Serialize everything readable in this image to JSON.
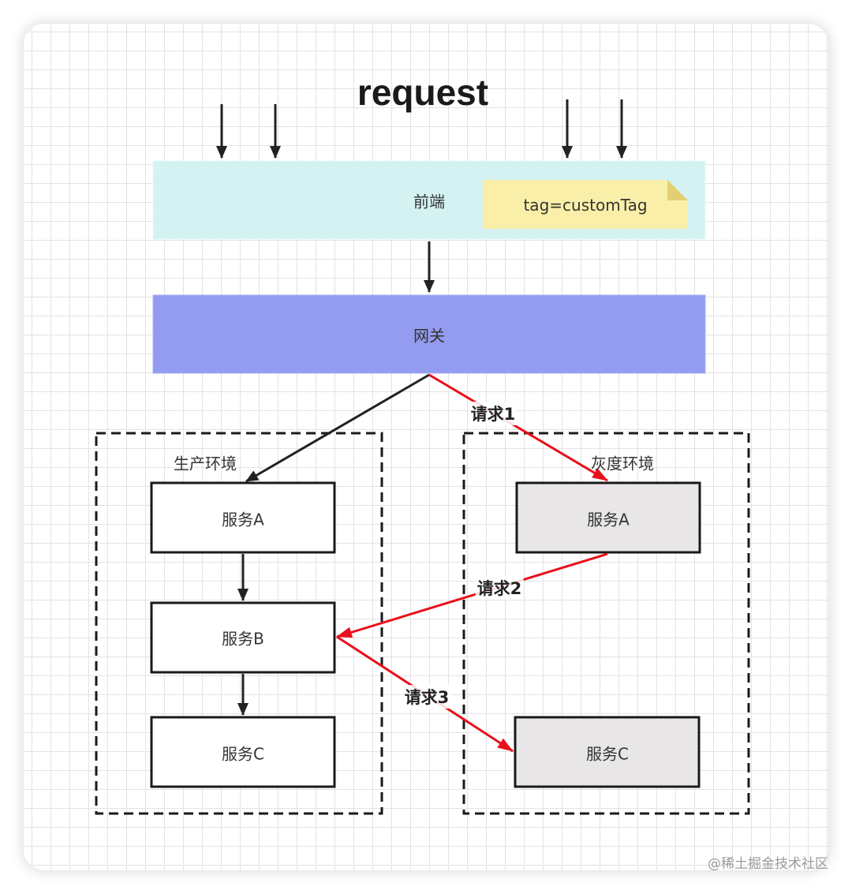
{
  "title": "request",
  "nodes": {
    "frontend": {
      "label": "前端"
    },
    "note": {
      "label": "tag=customTag"
    },
    "gateway": {
      "label": "网关"
    },
    "prod_a": {
      "label": "服务A"
    },
    "prod_b": {
      "label": "服务B"
    },
    "prod_c": {
      "label": "服务C"
    },
    "gray_a": {
      "label": "服务A"
    },
    "gray_c": {
      "label": "服务C"
    }
  },
  "groups": {
    "prod": {
      "label": "生产环境"
    },
    "gray": {
      "label": "灰度环境"
    }
  },
  "edges": {
    "req1": {
      "label": "请求1"
    },
    "req2": {
      "label": "请求2"
    },
    "req3": {
      "label": "请求3"
    }
  },
  "watermark": "@稀土掘金技术社区",
  "colors": {
    "frontend_fill": "#d3f2f1",
    "note_fill": "#f9efa8",
    "gateway_fill": "#939cf0",
    "gray_service_fill": "#e8e6e6",
    "highlight_edge": "#e8101b",
    "default_edge": "#222222"
  }
}
